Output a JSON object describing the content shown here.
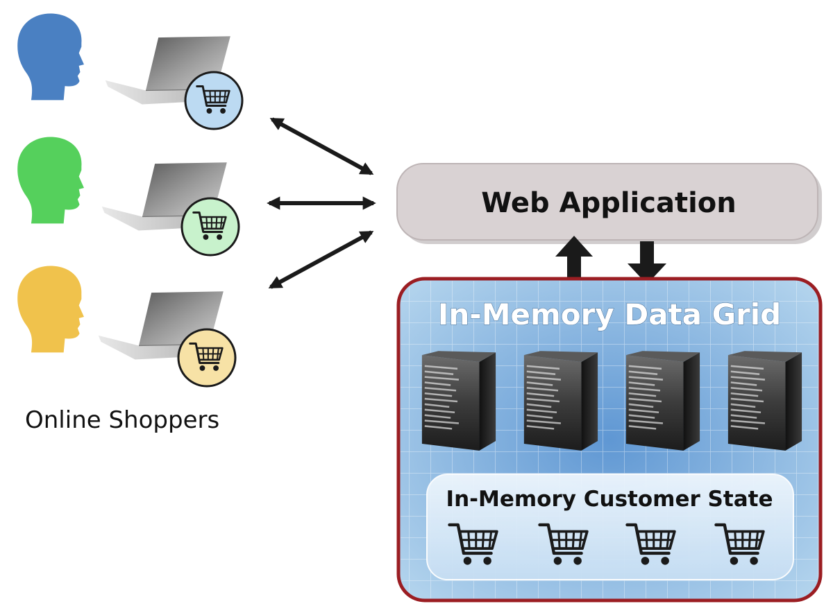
{
  "shoppers": {
    "label": "Online Shoppers",
    "items": [
      {
        "head_color": "#4a80c2",
        "cart_circle_color": "#bcdaf2"
      },
      {
        "head_color": "#55d05c",
        "cart_circle_color": "#c8f2cc"
      },
      {
        "head_color": "#f0c24c",
        "cart_circle_color": "#f7e2a6"
      }
    ]
  },
  "web_app": {
    "label": "Web Application",
    "fill_color": "#d9d2d3"
  },
  "data_grid": {
    "label": "In-Memory Data Grid",
    "border_color": "#9b1d22",
    "fill_color": "#7eb3dd",
    "server_count": 4
  },
  "customer_state": {
    "label": "In-Memory Customer State",
    "cart_count": 4
  },
  "arrow_color": "#1a1a1a"
}
